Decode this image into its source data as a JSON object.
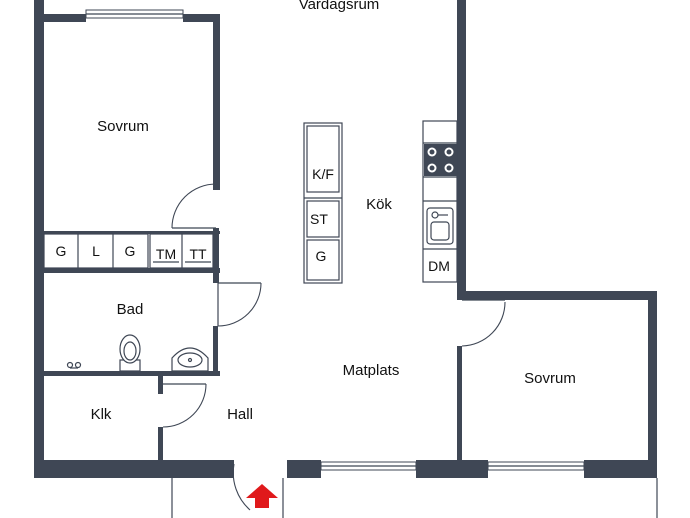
{
  "rooms": {
    "vardagsrum": "Vardagsrum",
    "sovrum_left": "Sovrum",
    "sovrum_right": "Sovrum",
    "kok": "Kök",
    "bad": "Bad",
    "matplats": "Matplats",
    "klk": "Klk",
    "hall": "Hall"
  },
  "fixtures": {
    "wardrobe_1": "G",
    "wardrobe_2": "L",
    "wardrobe_3": "G",
    "tm": "TM",
    "tt": "TT",
    "kf": "K/F",
    "st": "ST",
    "island_g": "G",
    "dm": "DM"
  },
  "colors": {
    "wall": "#3f4755",
    "entrance_arrow": "#e0191b"
  }
}
